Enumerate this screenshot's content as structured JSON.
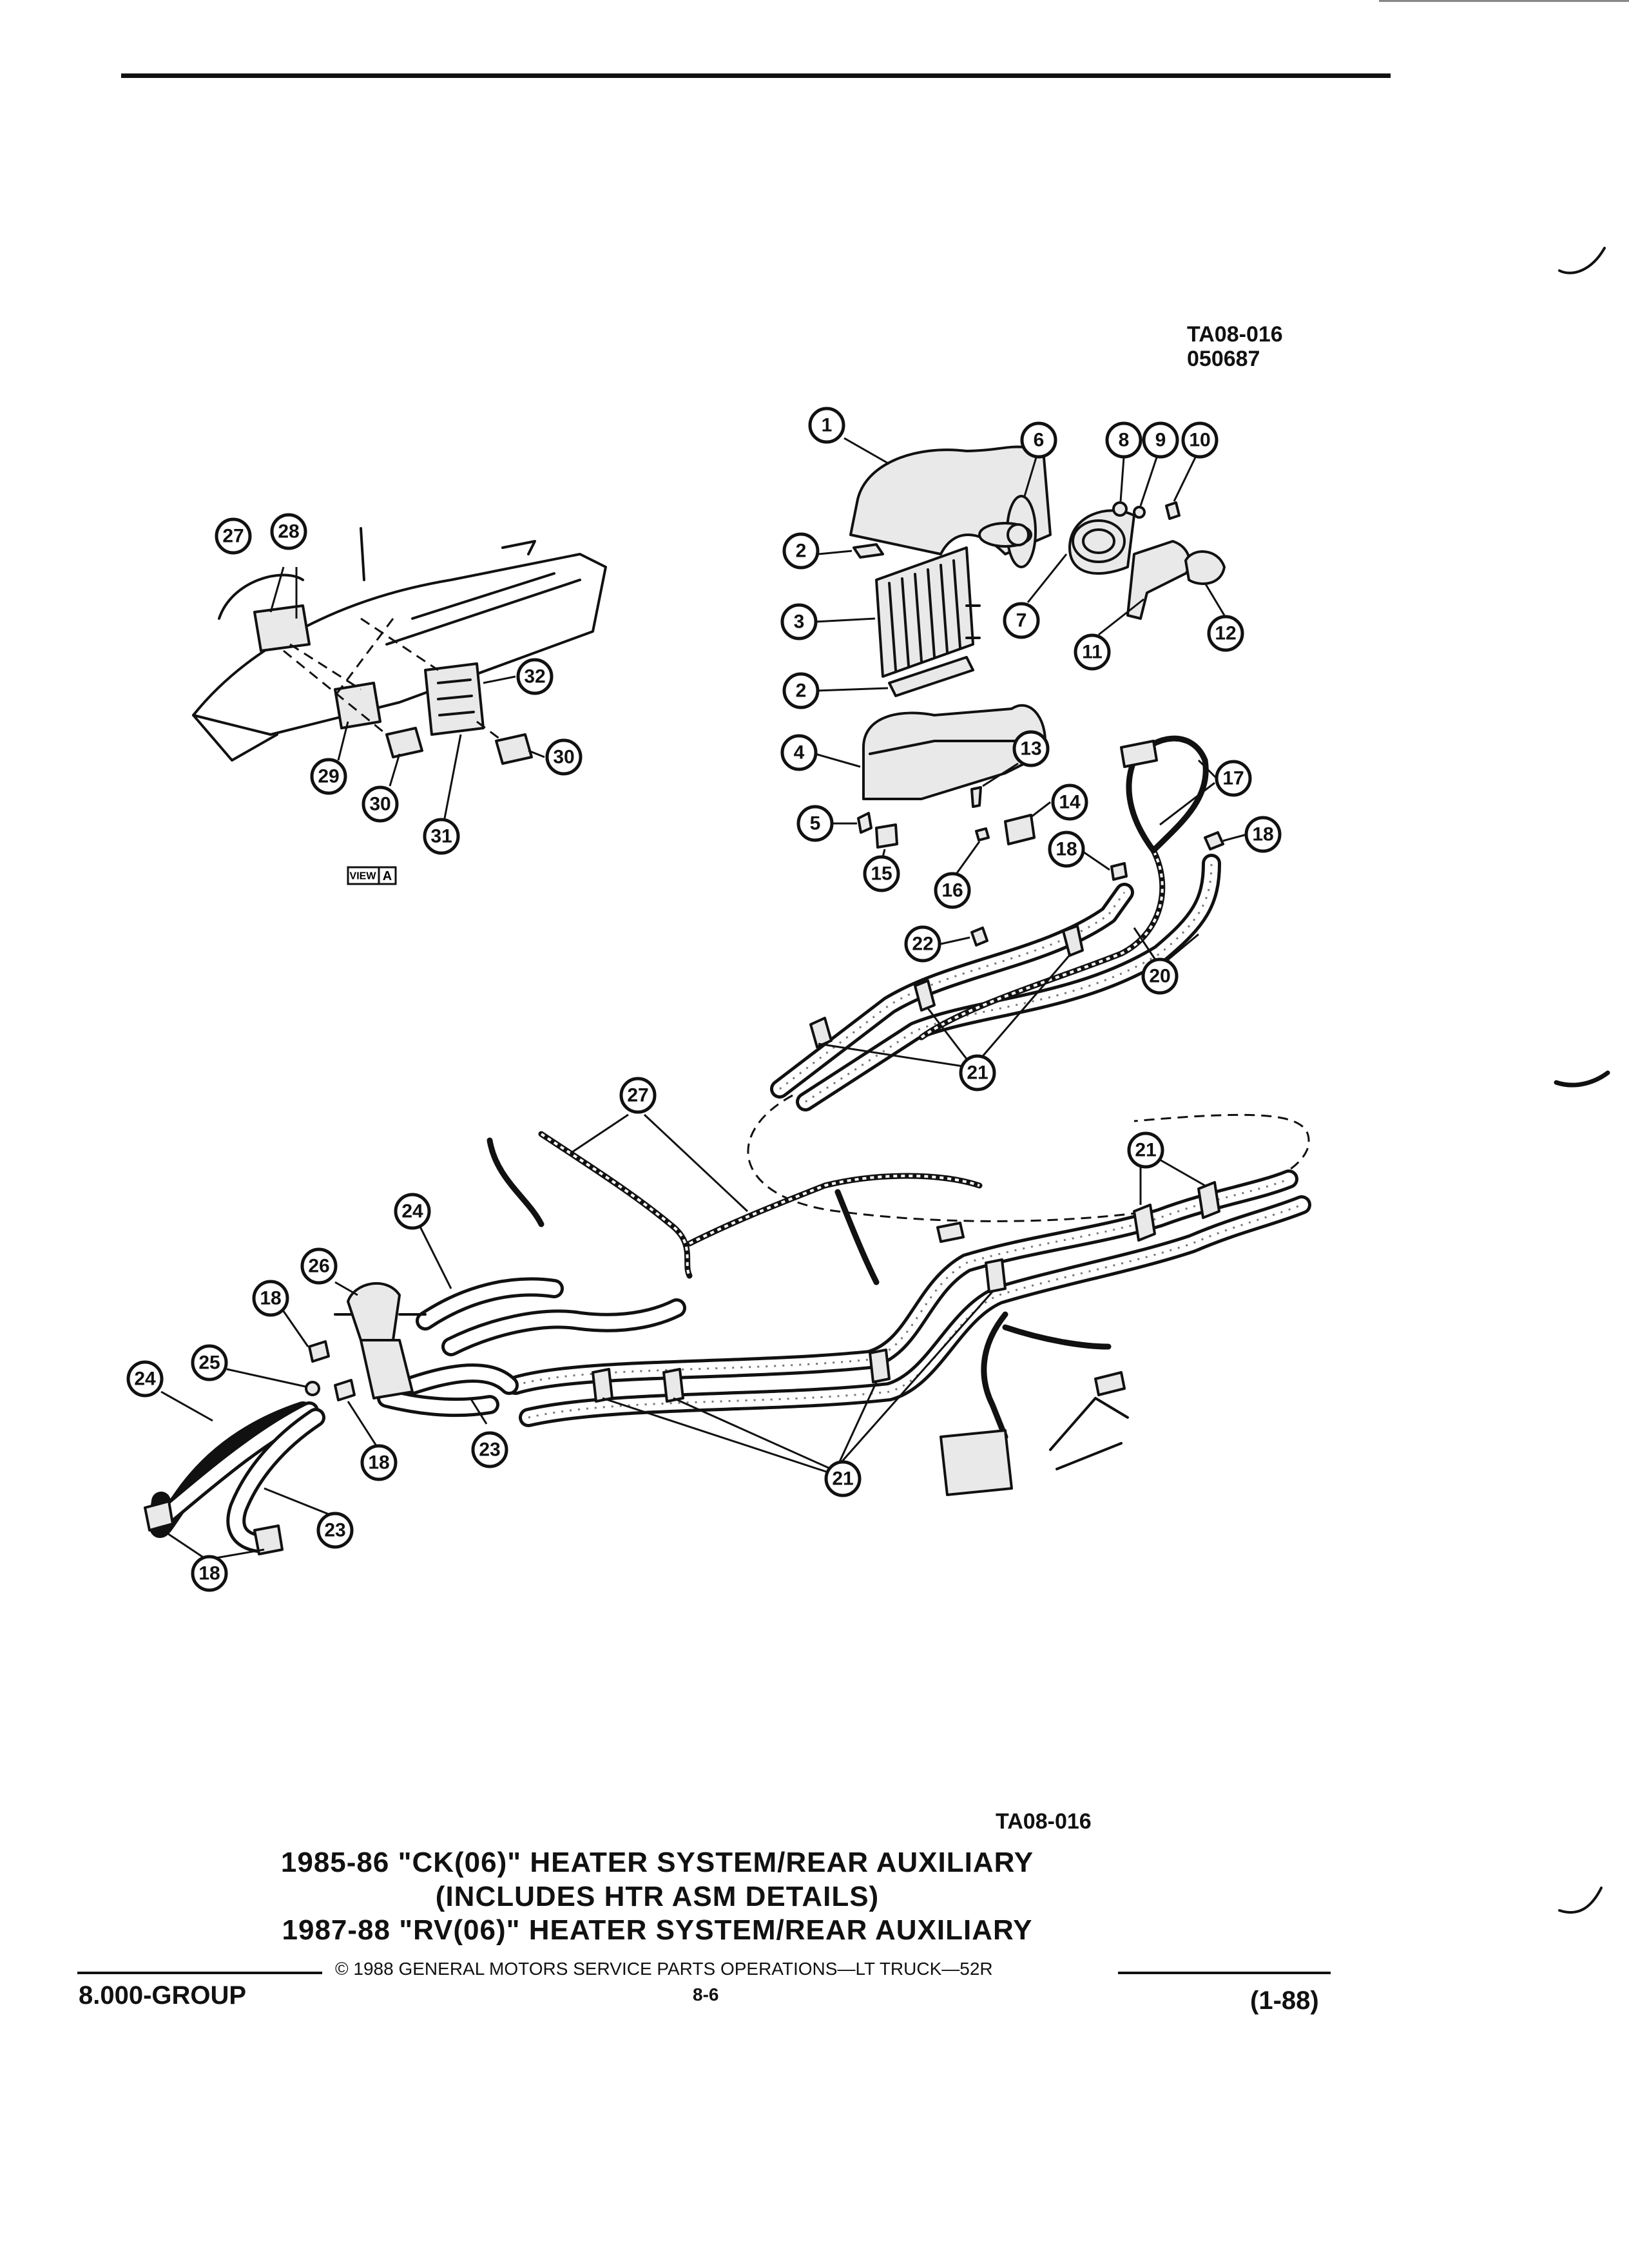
{
  "header": {
    "ref_code": "TA08-016",
    "ref_date": "050687"
  },
  "view_label": {
    "text": "VIEW",
    "letter": "A"
  },
  "figure_code": "TA08-016",
  "caption": {
    "line1": "1985-86 \"CK(06)\" HEATER SYSTEM/REAR AUXILIARY",
    "line2": "(INCLUDES HTR ASM DETAILS)",
    "line3": "1987-88 \"RV(06)\" HEATER SYSTEM/REAR AUXILIARY"
  },
  "footer": {
    "copyright": "© 1988 GENERAL MOTORS SERVICE PARTS OPERATIONS—LT TRUCK—52R",
    "group": "8.000-GROUP",
    "page": "8-6",
    "date": "(1-88)"
  },
  "callouts": [
    "1",
    "2",
    "2",
    "3",
    "4",
    "5",
    "6",
    "7",
    "8",
    "9",
    "10",
    "11",
    "12",
    "13",
    "14",
    "15",
    "16",
    "17",
    "18",
    "18",
    "18",
    "18",
    "18",
    "18",
    "20",
    "21",
    "21",
    "21",
    "22",
    "23",
    "23",
    "24",
    "24",
    "25",
    "26",
    "27",
    "27",
    "28",
    "29",
    "30",
    "30",
    "31",
    "32"
  ]
}
